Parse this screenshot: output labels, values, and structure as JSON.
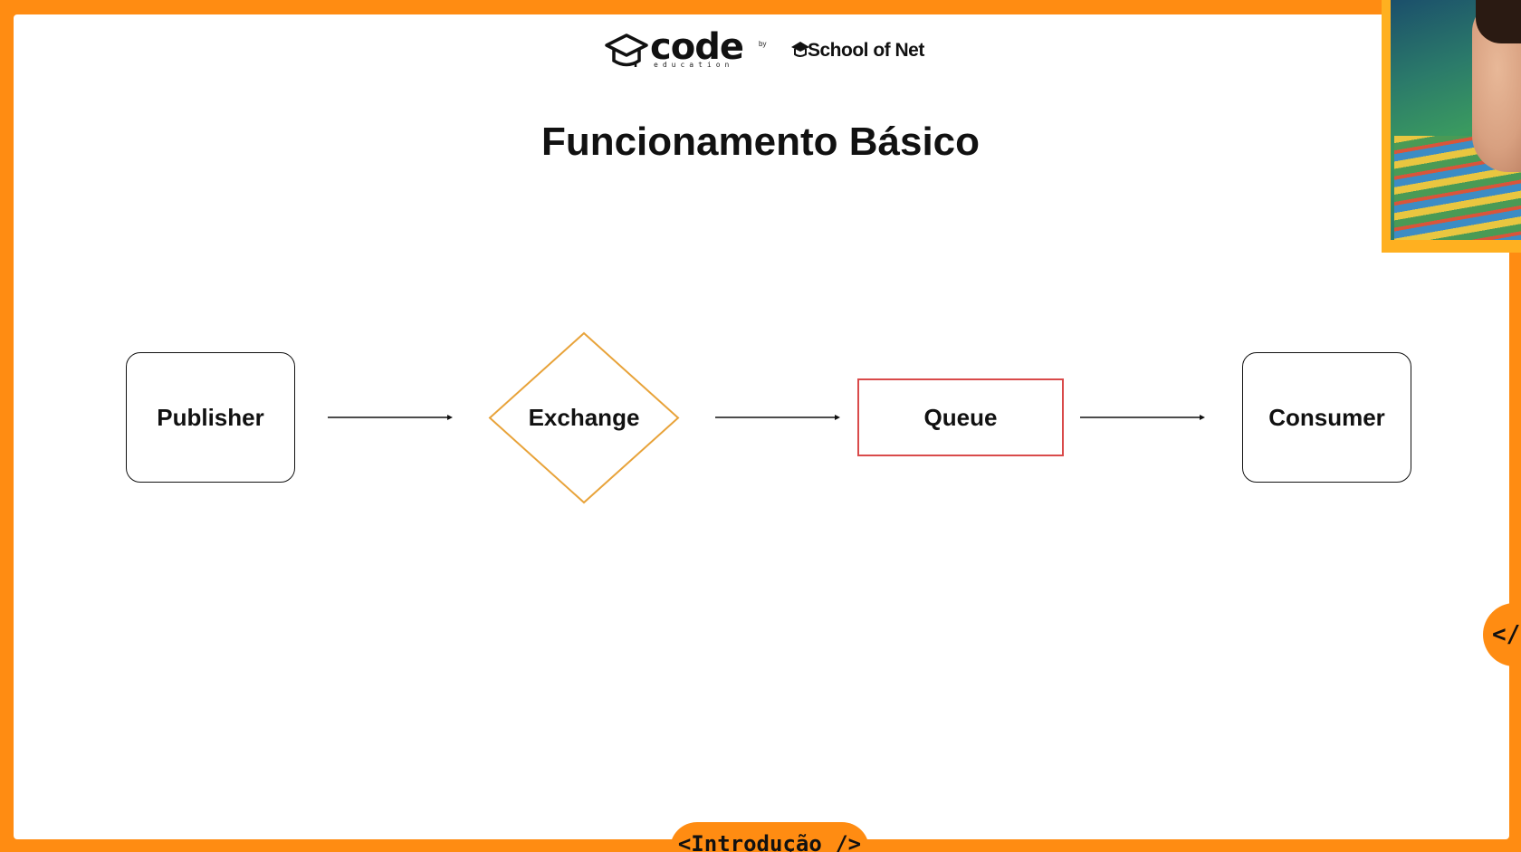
{
  "header": {
    "logo_code": "code",
    "logo_code_sub": "education",
    "logo_by": "by",
    "logo_school": "School of Net"
  },
  "slide": {
    "title": "Funcionamento Básico"
  },
  "diagram": {
    "nodes": [
      {
        "id": "publisher",
        "label": "Publisher",
        "shape": "rounded-rect"
      },
      {
        "id": "exchange",
        "label": "Exchange",
        "shape": "diamond"
      },
      {
        "id": "queue",
        "label": "Queue",
        "shape": "rect"
      },
      {
        "id": "consumer",
        "label": "Consumer",
        "shape": "rounded-rect"
      }
    ],
    "edges": [
      {
        "from": "publisher",
        "to": "exchange"
      },
      {
        "from": "exchange",
        "to": "queue"
      },
      {
        "from": "queue",
        "to": "consumer"
      }
    ],
    "colors": {
      "exchange_border": "#e8a33a",
      "queue_border": "#d94a4a",
      "node_border": "#111111",
      "frame": "#ff8c12"
    }
  },
  "ui": {
    "side_tab_label": "</",
    "bottom_tab_label": "<Introdução />"
  },
  "webcam": {
    "icon": "presenter-webcam"
  }
}
